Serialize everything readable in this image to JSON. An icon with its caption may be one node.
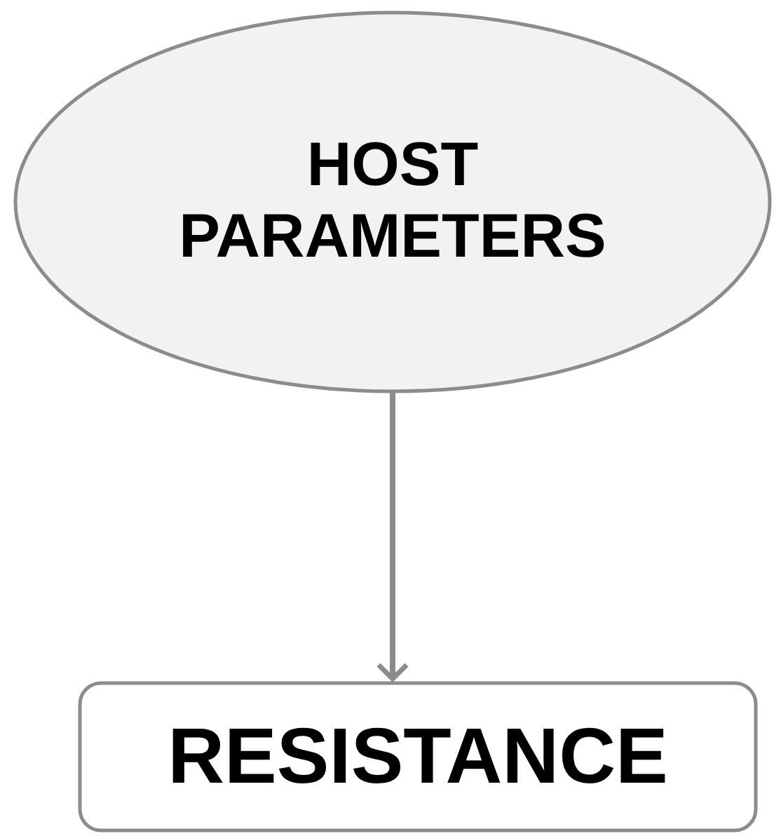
{
  "diagram": {
    "nodes": [
      {
        "text": [
          "HOST PARAMETERS"
        ]
      },
      {
        "text": [
          "RESISTANCE"
        ]
      }
    ],
    "edges": [
      {
        "from": 0,
        "to": 1,
        "arrow": "to"
      }
    ]
  }
}
